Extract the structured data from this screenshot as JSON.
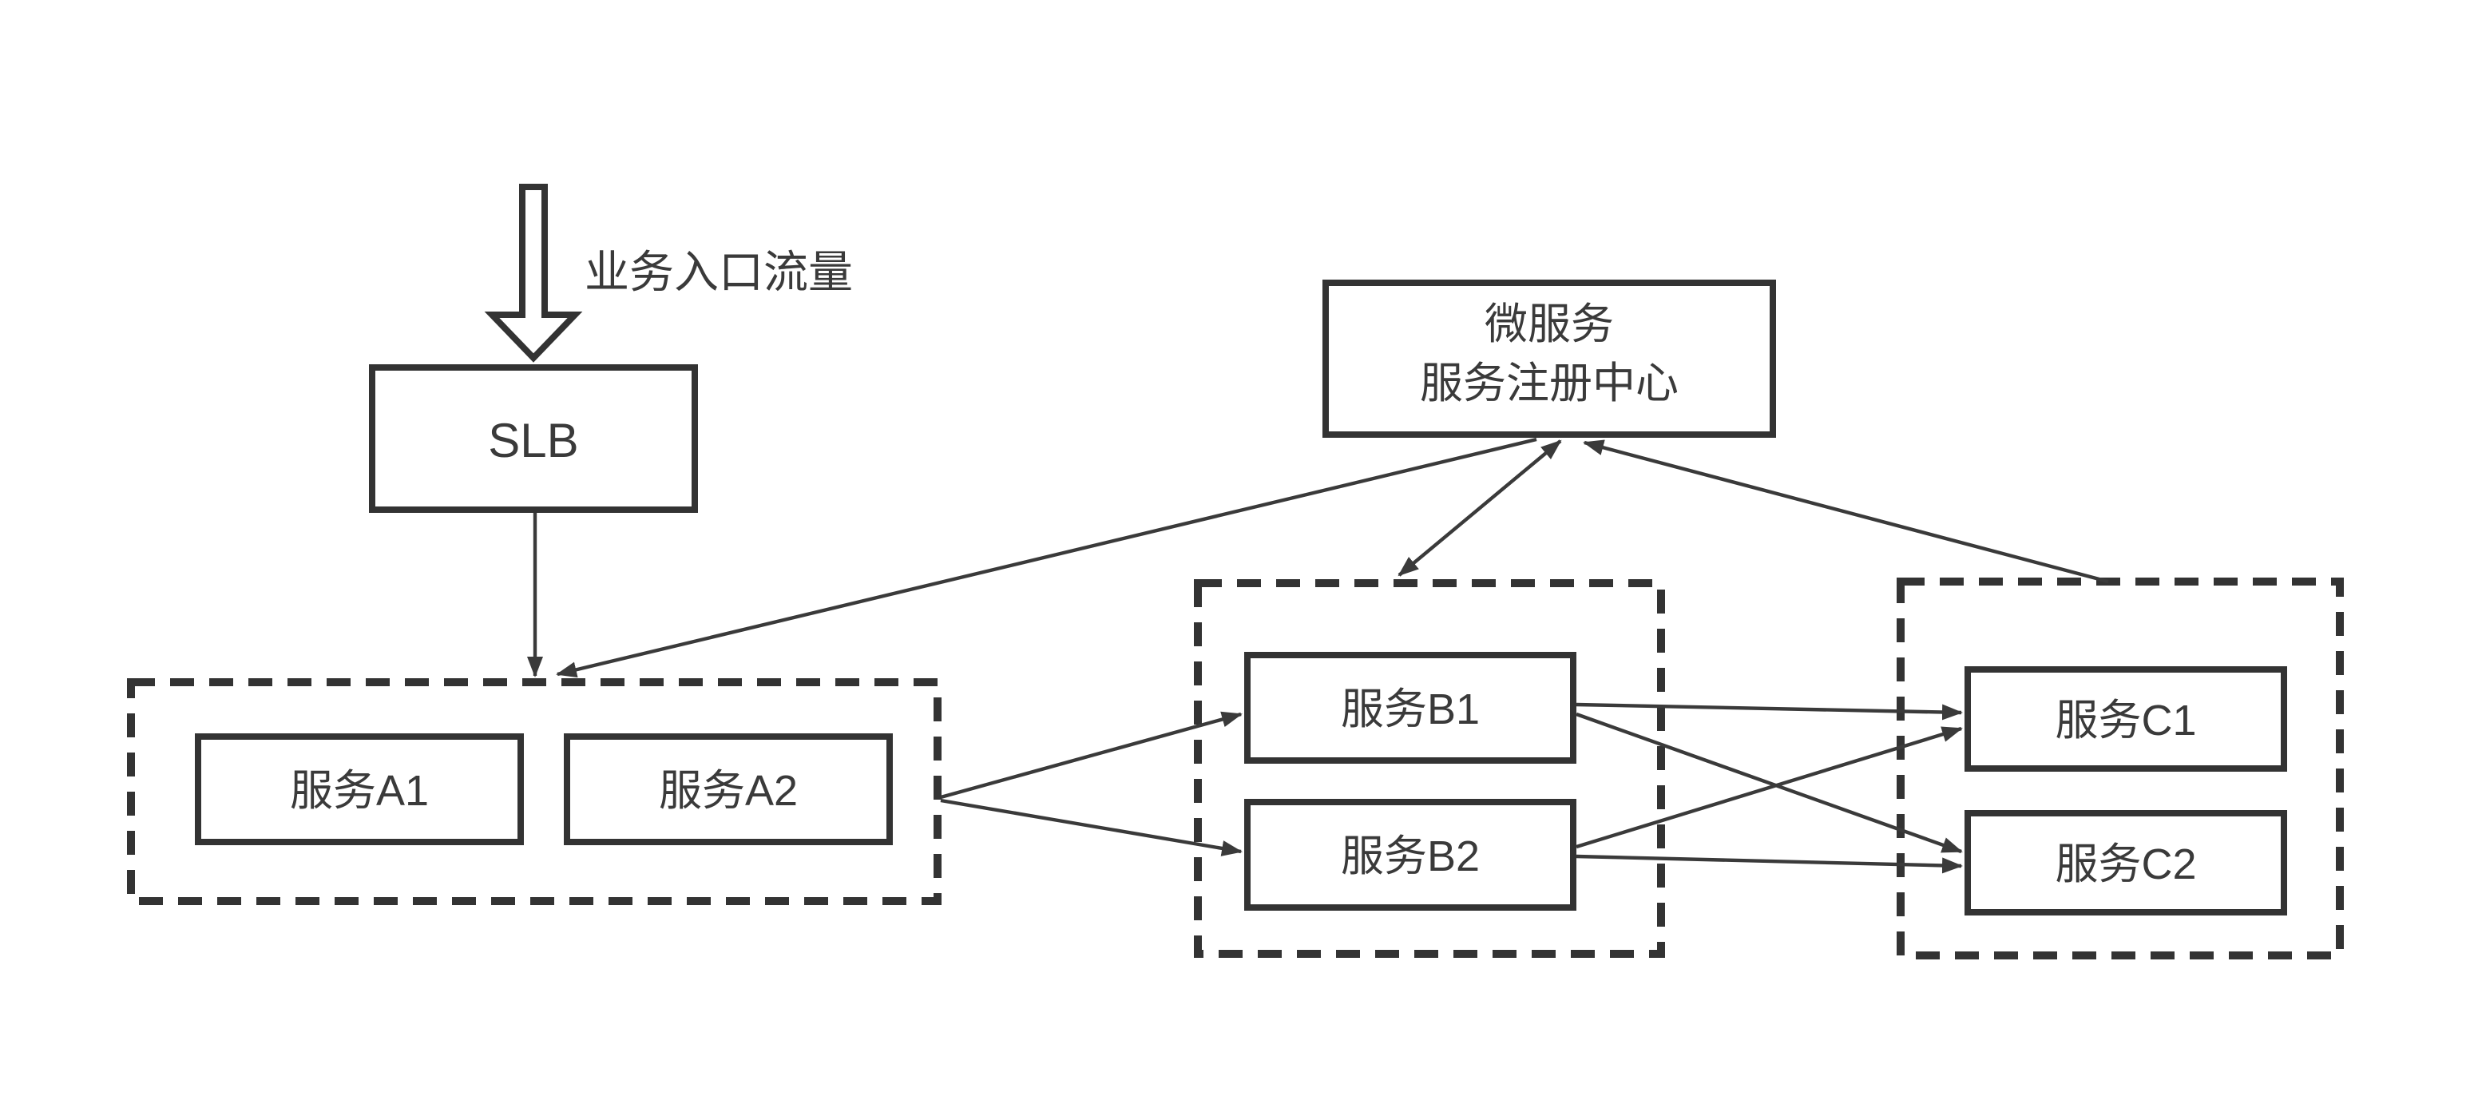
{
  "diagram": {
    "entry": {
      "label": "业务入口流量"
    },
    "slb": {
      "label": "SLB"
    },
    "registry": {
      "line1": "微服务",
      "line2": "服务注册中心"
    },
    "groups": {
      "a": {
        "services": [
          {
            "label": "服务A1"
          },
          {
            "label": "服务A2"
          }
        ]
      },
      "b": {
        "services": [
          {
            "label": "服务B1"
          },
          {
            "label": "服务B2"
          }
        ]
      },
      "c": {
        "services": [
          {
            "label": "服务C1"
          },
          {
            "label": "服务C2"
          }
        ]
      }
    },
    "edges": [
      {
        "from": "entry-traffic",
        "to": "slb",
        "style": "hollow-block-arrow"
      },
      {
        "from": "slb",
        "to": "group-a",
        "arrowhead": "end"
      },
      {
        "from": "registry",
        "to": "group-a",
        "arrowhead": "end"
      },
      {
        "from": "registry",
        "to": "group-b",
        "arrowhead": "both"
      },
      {
        "from": "group-c",
        "to": "registry",
        "arrowhead": "end"
      },
      {
        "from": "group-a",
        "to": "service-b1",
        "arrowhead": "end"
      },
      {
        "from": "group-a",
        "to": "service-b2",
        "arrowhead": "end"
      },
      {
        "from": "service-b1",
        "to": "service-c1",
        "arrowhead": "end"
      },
      {
        "from": "service-b1",
        "to": "service-c2",
        "arrowhead": "end"
      },
      {
        "from": "service-b2",
        "to": "service-c1",
        "arrowhead": "end"
      },
      {
        "from": "service-b2",
        "to": "service-c2",
        "arrowhead": "end"
      }
    ],
    "colors": {
      "line": "#3a3a3a",
      "box_border": "#333333",
      "text": "#3a3a3a",
      "background": "#ffffff"
    }
  }
}
